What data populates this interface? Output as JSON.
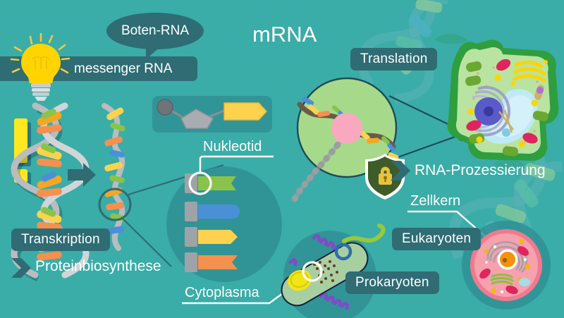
{
  "background": {
    "color": "#3aada8",
    "chip_color": "#2f6c74",
    "decor": [
      "dna-helix-top-right",
      "dna-helix-bottom-right"
    ]
  },
  "title": {
    "text": "mRNA"
  },
  "speech_bubble": {
    "text": "Boten-RNA"
  },
  "banner": {
    "text": "messenger RNA",
    "icon": "lightbulb-icon"
  },
  "labels": {
    "translation": "Translation",
    "transkription": "Transkription",
    "proteinbiosynthese": "Proteinbiosynthese",
    "rna_prozessierung": "RNA-Prozessierung",
    "eukaryoten": "Eukaryoten",
    "prokaryoten": "Prokaryoten"
  },
  "callouts": {
    "nukleotid": "Nukleotid",
    "cytoplasma": "Cytoplasma",
    "zellkern": "Zellkern"
  },
  "nucleotide_diagram": {
    "phosphate": {
      "name": "phosphate-circle",
      "color": "#6f7478"
    },
    "sugar": {
      "name": "sugar-pentagon",
      "color": "#a9adb1"
    },
    "base": {
      "name": "base-arrow",
      "color": "#ffd24d"
    }
  },
  "nucleotide_bases": [
    {
      "name": "base-green",
      "color": "#8bc34a",
      "shape": "notched"
    },
    {
      "name": "base-blue",
      "color": "#4a90d9",
      "shape": "rounded"
    },
    {
      "name": "base-yellow",
      "color": "#ffd24d",
      "shape": "arrow"
    },
    {
      "name": "base-orange",
      "color": "#f5904f",
      "shape": "notched"
    }
  ],
  "illustrations": {
    "dna_double_helix": "dna-double-helix-icon",
    "rna_single_strand": "rna-single-strand-icon",
    "process_arrow": "process-arrow-icon",
    "exclamation": "exclamation-mark-icon",
    "ribosome_circle": "translation-magnifier",
    "shield_lock": "shield-lock-icon",
    "plant_cell": "plant-cell-illustration",
    "bacteria": "prokaryote-bacteria-illustration",
    "animal_cell": "eukaryote-animal-cell-illustration"
  }
}
